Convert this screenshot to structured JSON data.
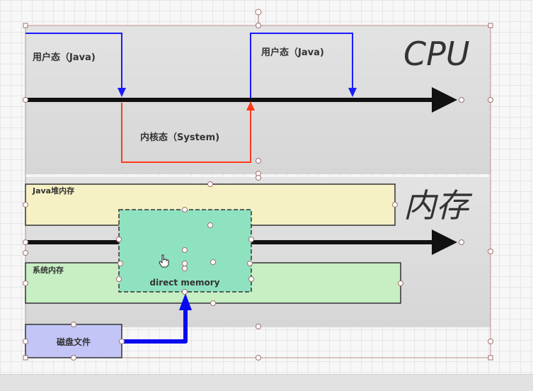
{
  "cpu": {
    "title": "CPU",
    "user_mode_label_1": "用户态（Java)",
    "user_mode_label_2": "用户态（Java)",
    "kernel_mode_label": "内核态（System)",
    "colors": {
      "user": "#1a1aff",
      "kernel": "#ff3a1a",
      "timeline": "#111111",
      "panel": "#e0e0e0"
    }
  },
  "memory": {
    "title": "内存",
    "java_heap_label": "Java堆内存",
    "system_memory_label": "系统内存",
    "direct_memory_label": "direct memory",
    "disk_file_label": "磁盘文件",
    "colors": {
      "java_heap": "#f6f1c4",
      "system_memory": "#c8eec4",
      "direct_memory": "#8ee2c0",
      "disk_file": "#c2c5f6",
      "disk_arrow": "#0a0af0"
    }
  },
  "cursor": "hand-pointer-icon"
}
